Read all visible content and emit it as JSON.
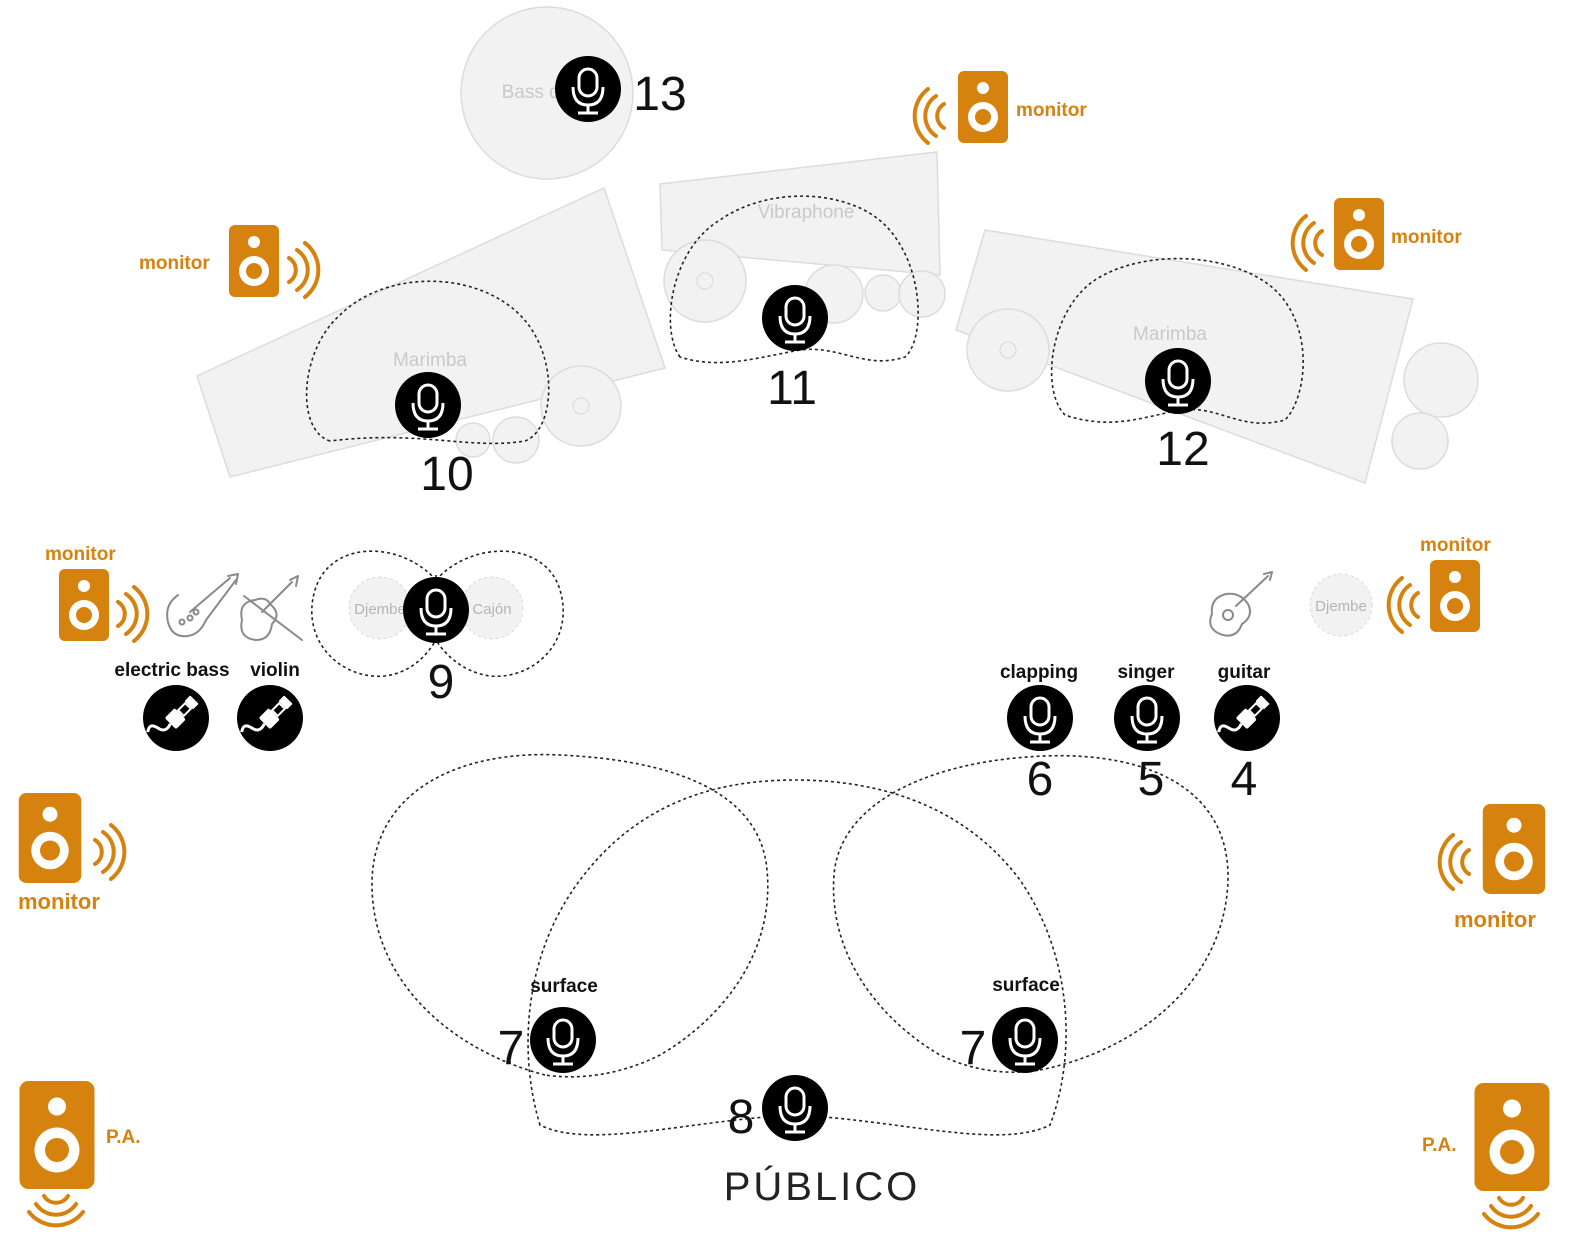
{
  "colors": {
    "accent": "#d6820f",
    "ink": "#111111",
    "ghost": "#f2f2f2"
  },
  "instruments": {
    "bass_drum": "Bass drum",
    "vibraphone": "Vibraphone",
    "marimba_left": "Marimba",
    "marimba_right": "Marimba",
    "djembe_left": "Djembe",
    "cajon": "Cajón",
    "djembe_right": "Djembe"
  },
  "mics": {
    "m13": "13",
    "m11": "11",
    "m10": "10",
    "m12": "12",
    "m9": "9",
    "m6": "6",
    "m5": "5",
    "m4": "4",
    "m7a": "7",
    "m7b": "7",
    "m8": "8"
  },
  "sources": {
    "electric_bass": "electric bass",
    "violin": "violin",
    "clapping": "clapping",
    "singer": "singer",
    "guitar": "guitar",
    "surface_left": "surface",
    "surface_right": "surface"
  },
  "speakers": {
    "monitor_top_center": "monitor",
    "monitor_top_right": "monitor",
    "monitor_upper_left": "monitor",
    "monitor_mid_left": "monitor",
    "monitor_mid_right": "monitor",
    "monitor_low_left": "monitor",
    "monitor_low_right": "monitor",
    "pa_left": "P.A.",
    "pa_right": "P.A."
  },
  "audience_label": "PÚBLICO",
  "icons": {
    "microphone": "microphone-icon",
    "jack": "jack-cable-icon",
    "speaker": "speaker-icon",
    "electric_bass": "electric-bass-icon",
    "violin": "violin-icon",
    "acoustic_guitar": "acoustic-guitar-icon"
  }
}
